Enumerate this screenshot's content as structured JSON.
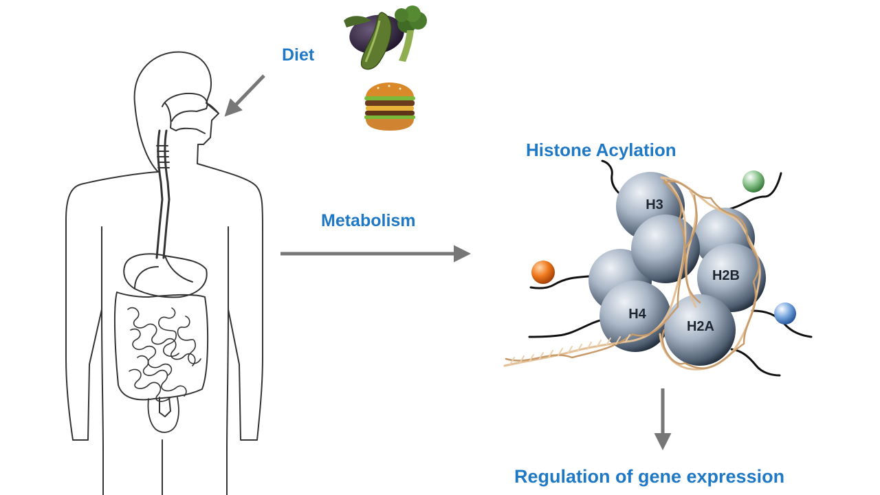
{
  "labels": {
    "diet": "Diet",
    "metabolism": "Metabolism",
    "histone_acylation": "Histone Acylation",
    "regulation": "Regulation of gene expression"
  },
  "histones": {
    "h3": "H3",
    "h2b": "H2B",
    "h4": "H4",
    "h2a": "H2A"
  },
  "colors": {
    "label_blue": "#1f78c4",
    "arrow_gray": "#777777",
    "histone_sphere": "#9aa9ba",
    "dna_strand": "#e3bf96",
    "acyl_orange": "#e8690f",
    "acyl_green": "#5aa55e",
    "acyl_blue": "#3f7ed0"
  },
  "icons": [
    "human-body-digestive-system",
    "vegetables-icon",
    "hamburger-icon",
    "nucleosome",
    "dna-helix"
  ]
}
